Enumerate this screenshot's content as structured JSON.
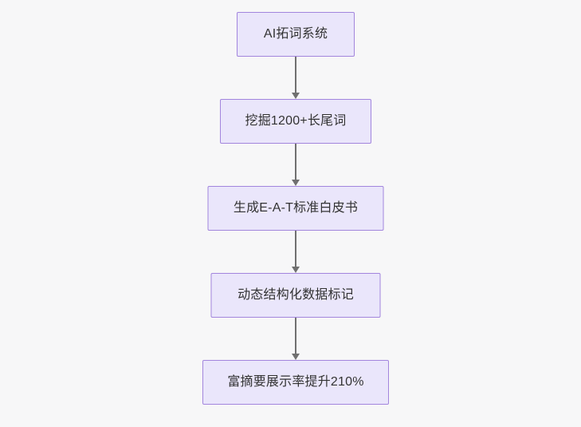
{
  "diagram": {
    "type": "flowchart",
    "orientation": "top-to-bottom",
    "background_color": "#f7f7f8",
    "node_fill_color": "#eae6fb",
    "node_border_color": "#a285dd",
    "edge_color": "#707070",
    "text_color": "#333333",
    "nodes": [
      {
        "id": "n1",
        "label": "AI拓词系统"
      },
      {
        "id": "n2",
        "label": "挖掘1200+长尾词"
      },
      {
        "id": "n3",
        "label": "生成E-A-T标准白皮书"
      },
      {
        "id": "n4",
        "label": "动态结构化数据标记"
      },
      {
        "id": "n5",
        "label": "富摘要展示率提升210%"
      }
    ],
    "edges": [
      {
        "id": "e1",
        "from": "n1",
        "to": "n2",
        "arrow": "down-arrow"
      },
      {
        "id": "e2",
        "from": "n2",
        "to": "n3",
        "arrow": "down-arrow"
      },
      {
        "id": "e3",
        "from": "n3",
        "to": "n4",
        "arrow": "down-arrow"
      },
      {
        "id": "e4",
        "from": "n4",
        "to": "n5",
        "arrow": "down-arrow"
      }
    ]
  }
}
